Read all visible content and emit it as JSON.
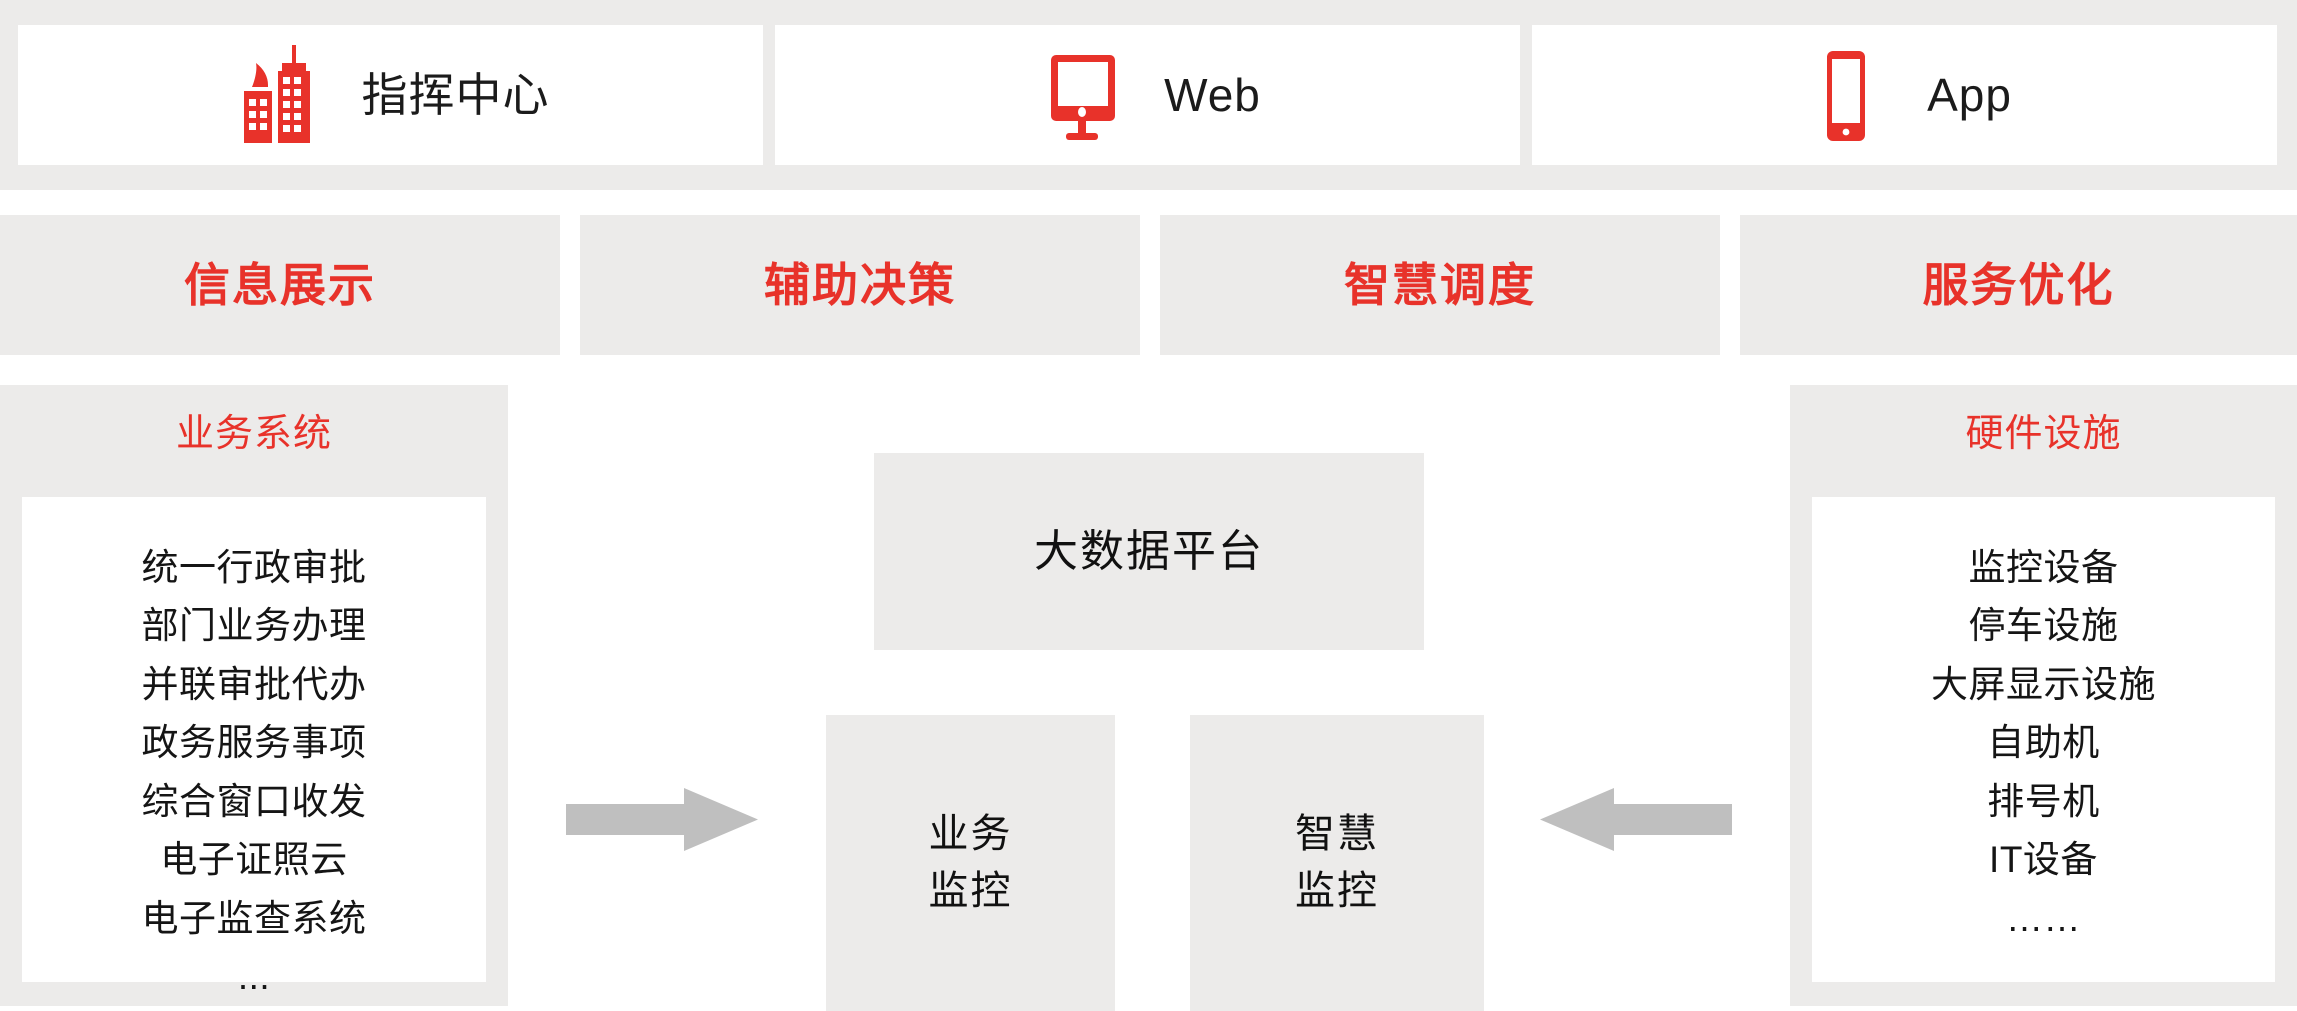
{
  "channels": [
    {
      "label": "指挥中心",
      "icon": "buildings-icon"
    },
    {
      "label": "Web",
      "icon": "monitor-icon"
    },
    {
      "label": "App",
      "icon": "smartphone-icon"
    }
  ],
  "capabilities": [
    {
      "label": "信息展示"
    },
    {
      "label": "辅助决策"
    },
    {
      "label": "智慧调度"
    },
    {
      "label": "服务优化"
    }
  ],
  "business_panel": {
    "title": "业务系统",
    "items": [
      "统一行政审批",
      "部门业务办理",
      "并联审批代办",
      "政务服务事项",
      "综合窗口收发",
      "电子证照云",
      "电子监查系统",
      "..."
    ]
  },
  "hardware_panel": {
    "title": "硬件设施",
    "items": [
      "监控设备",
      "停车设施",
      "大屏显示设施",
      "自助机",
      "排号机",
      "IT设备",
      "……"
    ]
  },
  "centre": {
    "bigdata_label": "大数据平台",
    "monitors": [
      {
        "line1": "业务",
        "line2": "监控"
      },
      {
        "line1": "智慧",
        "line2": "监控"
      }
    ]
  },
  "arrows": [
    {
      "name": "arrow-right",
      "direction": "right"
    },
    {
      "name": "arrow-left",
      "direction": "left"
    }
  ],
  "colors": {
    "accent_red": "#E8322A",
    "panel_gray": "#ECEBEA",
    "arrow_gray": "#BFBFBF",
    "text_dark": "#151515",
    "card_white": "#FFFFFF"
  }
}
